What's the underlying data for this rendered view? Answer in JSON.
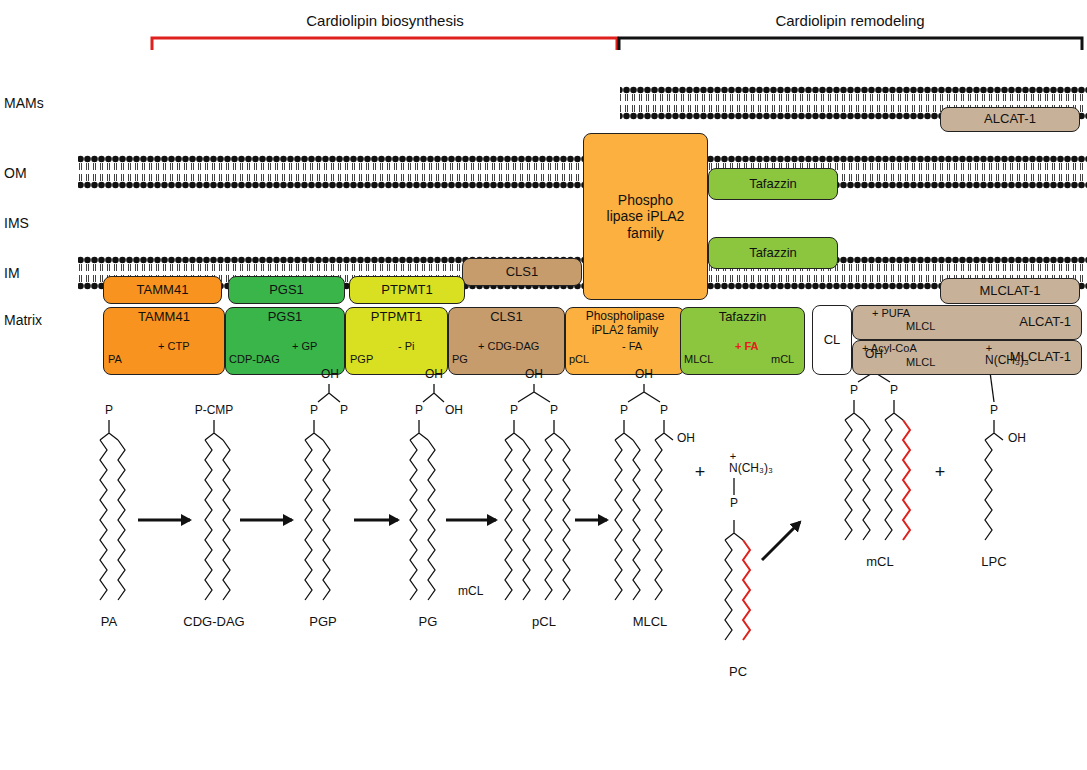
{
  "diagram": {
    "nodes": [
      {
        "text": [
          "ALCAT-1"
        ]
      },
      {
        "text": [
          "Phospho lipase iPLA2 family"
        ]
      },
      {
        "text": [
          "Tafazzin"
        ]
      },
      {
        "text": [
          "Tafazzin"
        ]
      },
      {
        "text": [
          "CLS1"
        ]
      },
      {
        "text": [
          "TAMM41"
        ]
      },
      {
        "text": [
          "PGS1"
        ]
      },
      {
        "text": [
          "PTPMT1"
        ]
      },
      {
        "text": [
          "MLCLAT-1"
        ]
      },
      {
        "text": [
          "TAMM41"
        ]
      },
      {
        "text": [
          "PGS1"
        ]
      },
      {
        "text": [
          "PTPMT1"
        ]
      },
      {
        "text": [
          "CLS1"
        ]
      },
      {
        "text": [
          "Phospholipase iPLA2 family"
        ]
      },
      {
        "text": [
          "Tafazzin"
        ]
      },
      {
        "text": [
          "CL"
        ]
      },
      {
        "text": [
          "ALCAT-1"
        ]
      },
      {
        "text": [
          "MLCLAT-1"
        ]
      }
    ],
    "labels": [
      "Cardiolipin biosynthesis",
      "Cardiolipin remodeling",
      "MAMs",
      "OM",
      "IMS",
      "IM",
      "Matrix",
      "PA",
      "+ CTP",
      "CDP-DAG",
      "+ GP",
      "PGP",
      "- Pi",
      "PG",
      "+ CDG-DAG",
      "pCL",
      "- FA",
      "MLCL",
      "+ FA",
      "mCL",
      "+ PUFA",
      "MLCL",
      "+ Acyl-CoA",
      "MLCL",
      "P",
      "P-CMP",
      "OH",
      "P",
      "P",
      "OH",
      "P",
      "OH",
      "OH",
      "P",
      "P",
      "OH",
      "P",
      "P",
      "OH",
      "+",
      "+",
      "N(CH₃)₃",
      "P",
      "mCL",
      "OH",
      "P",
      "P",
      "+",
      "+",
      "N(CH₃)₃",
      "P",
      "OH",
      "PA",
      "CDG-DAG",
      "PGP",
      "PG",
      "pCL",
      "MLCL",
      "PC",
      "mCL",
      "LPC"
    ]
  }
}
